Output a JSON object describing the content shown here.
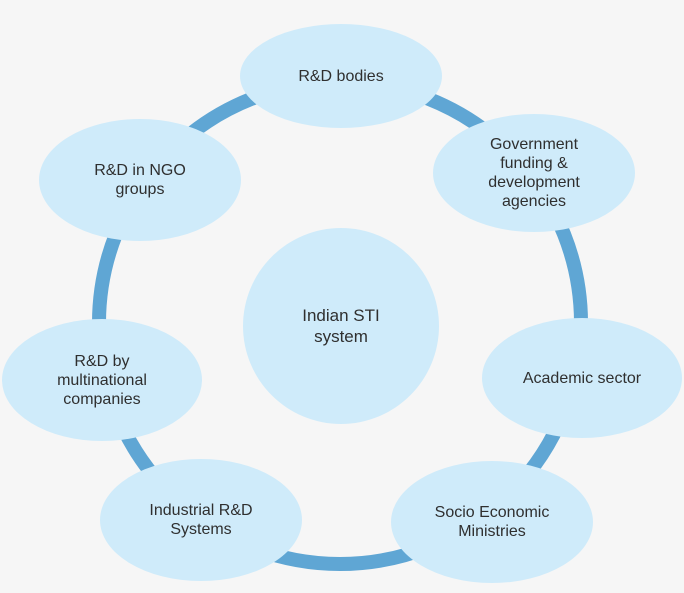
{
  "diagram": {
    "center": {
      "label": "Indian STI\nsystem"
    },
    "nodes": [
      {
        "id": "rd-bodies",
        "label": "R&D bodies"
      },
      {
        "id": "gov-funding",
        "label": "Government\nfunding &\ndevelopment\nagencies"
      },
      {
        "id": "academic",
        "label": "Academic sector"
      },
      {
        "id": "socio",
        "label": "Socio Economic\nMinistries"
      },
      {
        "id": "industrial",
        "label": "Industrial R&D\nSystems"
      },
      {
        "id": "multinational",
        "label": "R&D by\nmultinational\ncompanies"
      },
      {
        "id": "ngo",
        "label": "R&D in NGO\ngroups"
      }
    ],
    "colors": {
      "background": "#f6f6f6",
      "node_fill": "#cfebfa",
      "ring_stroke": "#5fa6d4",
      "text": "#2f2f2f"
    }
  }
}
